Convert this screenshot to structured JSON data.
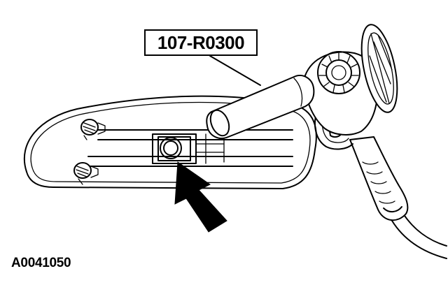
{
  "diagram": {
    "tool_label": "107-R0300",
    "figure_code": "A0041050"
  },
  "icons": {
    "panel": "mirror-bracket-panel",
    "tool": "heat-gun-icon",
    "pointer": "arrow-icon"
  },
  "colors": {
    "stroke": "#000000",
    "background": "#ffffff"
  }
}
